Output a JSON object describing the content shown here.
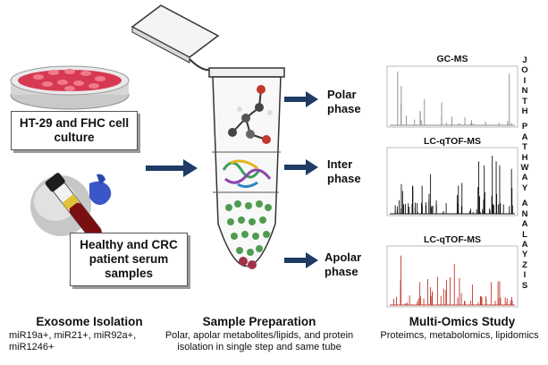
{
  "left": {
    "cell_culture_label": "HT-29 and FHC cell culture",
    "serum_label": "Healthy and CRC patient serum samples",
    "section_title": "Exosome Isolation",
    "section_lines": [
      "miR19a+, miR21+, miR92a+,",
      "miR1246+"
    ]
  },
  "middle": {
    "section_title": "Sample Preparation",
    "section_lines": [
      "Polar, apolar metabolites/lipids, and protein",
      "isolation in single step and same tube"
    ]
  },
  "phases": [
    {
      "line1": "Polar",
      "line2": "phase"
    },
    {
      "line1": "Inter",
      "line2": "phase"
    },
    {
      "line1": "Apolar",
      "line2": "phase"
    }
  ],
  "charts": [
    {
      "title": "GC-MS",
      "color": "#8a8a8a"
    },
    {
      "title": "LC-qTOF-MS",
      "color": "#111111"
    },
    {
      "title": "LC-qTOF-MS",
      "color": "#c0392b"
    }
  ],
  "right": {
    "section_title": "Multi-Omics Study",
    "section_line": "Proteimcs, metabolomics, lipidomics"
  },
  "vertical_words": [
    "JOINTH",
    "PATHWAY",
    "ANALAYZIS"
  ]
}
